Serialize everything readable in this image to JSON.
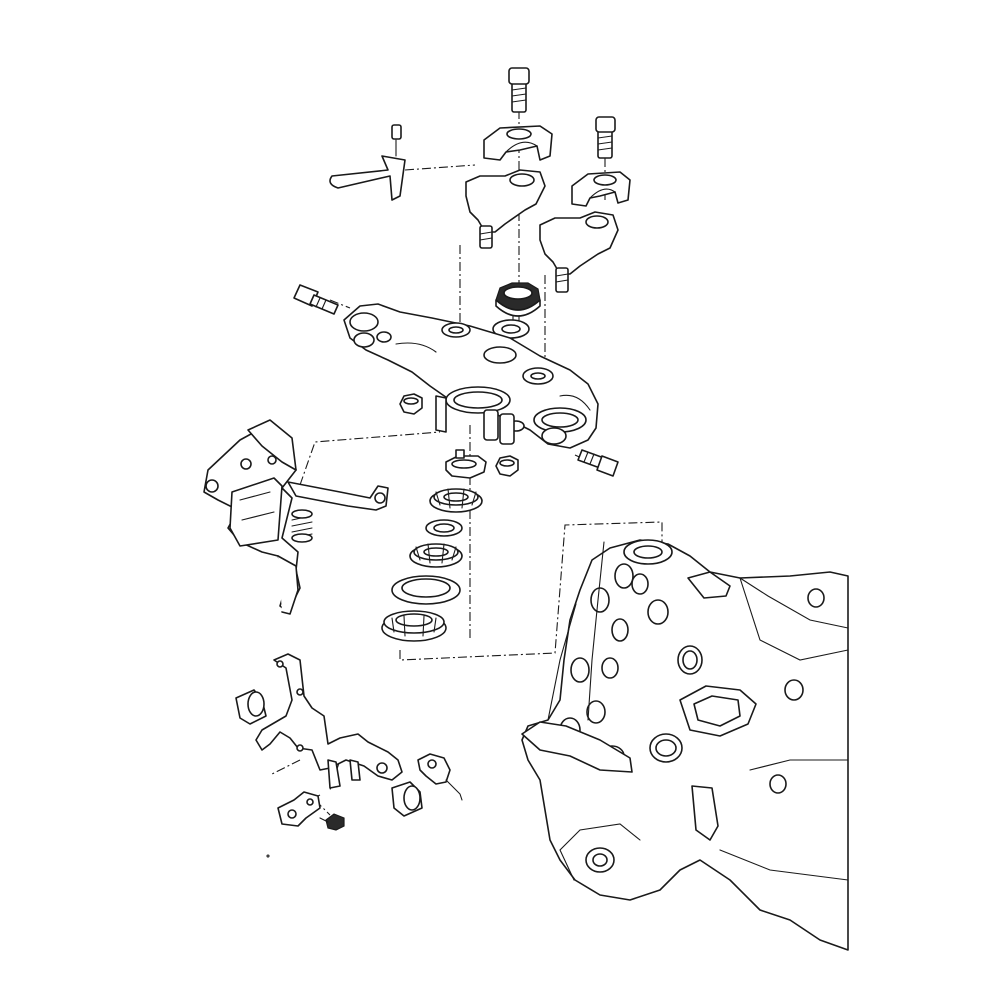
{
  "diagram": {
    "kind": "exploded-parts-view",
    "colors": {
      "line": "#1a1a1a",
      "background": "#ffffff"
    },
    "parts": [
      "handlebar-clamp-bolt-left",
      "handlebar-clamp-bolt-right",
      "upper-handlebar-holder-left",
      "upper-handlebar-holder-right",
      "lower-handlebar-holder-left",
      "lower-handlebar-holder-right",
      "cable-guide",
      "steering-stem-nut",
      "washer",
      "top-bridge",
      "pinch-bolt-left",
      "pinch-bolt-right",
      "flange-nut-left",
      "flange-nut-right",
      "lock-washer",
      "locknut-upper",
      "rubber-washer",
      "adjusting-nut",
      "dust-seal",
      "bearing-race",
      "bracket-assembly",
      "spring",
      "lower-bracket",
      "rubber-mount-left",
      "rubber-mount-right",
      "clamp-plate",
      "screw",
      "frame"
    ]
  }
}
